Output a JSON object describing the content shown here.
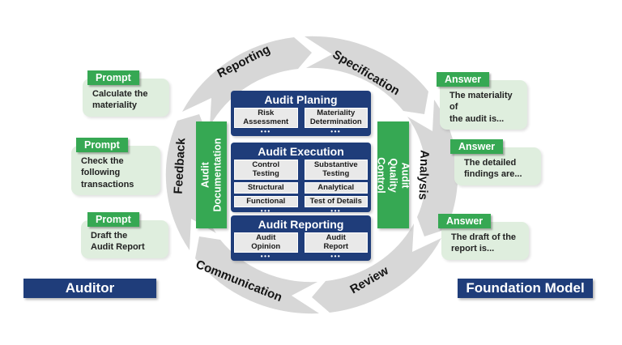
{
  "colors": {
    "navy": "#1f3d7a",
    "green": "#36a853",
    "light_green": "#dfeede",
    "ring_gray": "#d7d7d7",
    "cell_gray": "#e9e9e9"
  },
  "ring": {
    "labels": [
      "Reporting",
      "Specification",
      "Analysis",
      "Review",
      "Communication",
      "Feedback"
    ]
  },
  "center": {
    "dots": "•••",
    "left_bar": "Audit\nDocumentation",
    "right_bar": "Audit\nQuality Control",
    "sections": [
      {
        "title": "Audit Planing",
        "cells": [
          "Risk\nAssessment",
          "Materiality\nDetermination"
        ]
      },
      {
        "title": "Audit Execution",
        "cells": [
          "Control\nTesting",
          "Substantive\nTesting",
          "Structural",
          "Analytical",
          "Functional",
          "Test of Details"
        ]
      },
      {
        "title": "Audit Reporting",
        "cells": [
          "Audit\nOpinion",
          "Audit\nReport"
        ]
      }
    ]
  },
  "prompts": [
    {
      "tab": "Prompt",
      "text": "Calculate the\nmateriality"
    },
    {
      "tab": "Prompt",
      "text": "Check the following\ntransactions"
    },
    {
      "tab": "Prompt",
      "text": "Draft the\nAudit Report"
    }
  ],
  "answers": [
    {
      "tab": "Answer",
      "text": "The materiality of\nthe audit is..."
    },
    {
      "tab": "Answer",
      "text": "The detailed\nfindings are..."
    },
    {
      "tab": "Answer",
      "text": "The draft of the\nreport is..."
    }
  ],
  "footer": {
    "auditor": "Auditor",
    "foundation_model": "Foundation Model"
  }
}
